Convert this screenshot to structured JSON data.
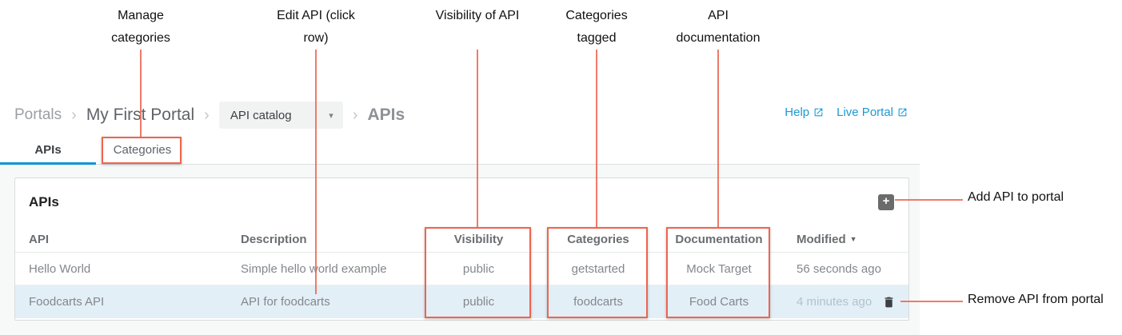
{
  "annotations": {
    "accent_color": "#ef644e",
    "top": [
      {
        "text": "Manage categories"
      },
      {
        "text": "Edit API (click row)"
      },
      {
        "text": "Visibility of API"
      },
      {
        "text": "Categories tagged"
      },
      {
        "text": "API documentation"
      }
    ],
    "right": [
      {
        "text": "Add API to portal"
      },
      {
        "text": "Remove API from portal"
      }
    ]
  },
  "breadcrumb": {
    "root": "Portals",
    "separator": "›",
    "portal": "My First Portal",
    "dropdown_value": "API catalog",
    "dropdown_caret": "▾",
    "current": "APIs"
  },
  "top_links": {
    "help": "Help",
    "live_portal": "Live Portal"
  },
  "tabs": [
    {
      "label": "APIs",
      "active": true
    },
    {
      "label": "Categories",
      "active": false
    }
  ],
  "panel": {
    "title": "APIs",
    "add_icon": "+"
  },
  "table": {
    "columns": [
      "API",
      "Description",
      "Visibility",
      "Categories",
      "Documentation",
      "Modified"
    ],
    "sort_desc_icon": "▼",
    "rows": [
      {
        "api": "Hello World",
        "description": "Simple hello world example",
        "visibility": "public",
        "categories": "getstarted",
        "documentation": "Mock Target",
        "modified": "56 seconds ago"
      },
      {
        "api": "Foodcarts API",
        "description": "API for foodcarts",
        "visibility": "public",
        "categories": "foodcarts",
        "documentation": "Food Carts",
        "modified": "4 minutes ago"
      }
    ]
  },
  "colors": {
    "annotation_red": "#ef644e",
    "tab_active_blue": "#0d95d5",
    "link_blue": "#1a9ad6",
    "row_highlight": "#e3eff7",
    "content_bg": "#f7f8f8"
  }
}
